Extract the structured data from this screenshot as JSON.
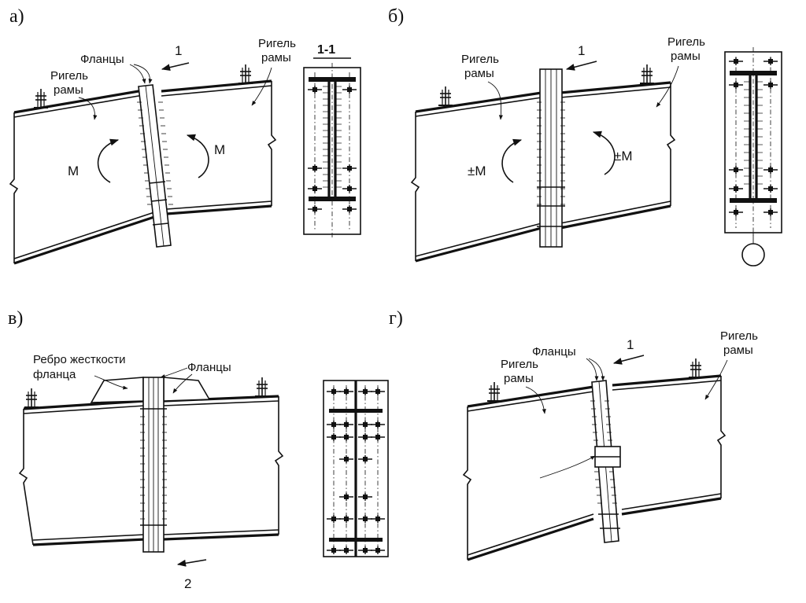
{
  "panels": {
    "a": {
      "label": "а)",
      "flanges": "Фланцы",
      "girder_left": "Ригель\nрамы",
      "girder_right": "Ригель\nрамы",
      "moment_left": "М",
      "moment_right": "М",
      "section_arrow": "1",
      "section_title": "1-1"
    },
    "b": {
      "label": "б)",
      "girder_left": "Ригель\nрамы",
      "girder_right": "Ригель\nрамы",
      "moment_left": "±М",
      "moment_right": "±М",
      "section_arrow": "1"
    },
    "c": {
      "label": "в)",
      "stiffener": "Ребро жесткости\nфланца",
      "flanges": "Фланцы",
      "section_arrow": "2"
    },
    "d": {
      "label": "г)",
      "flanges": "Фланцы",
      "girder_left": "Ригель\nрамы",
      "girder_right": "Ригель\nрамы",
      "section_arrow": "1"
    }
  }
}
